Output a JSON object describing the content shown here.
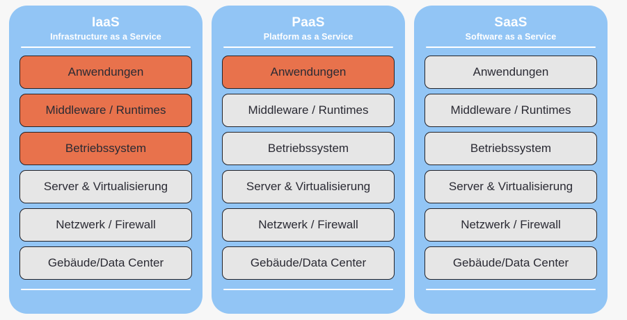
{
  "diagram": {
    "colors": {
      "page_background": "#f7f7f7",
      "card_background": "#92c5f5",
      "customer_managed": "#e8724c",
      "provider_managed": "#e6e6e6",
      "box_border": "#222228",
      "box_text": "#2a2a33",
      "header_text": "#ffffff"
    },
    "cards": [
      {
        "title": "IaaS",
        "subtitle": "Infrastructure as a Service",
        "layers": [
          {
            "label": "Anwendungen",
            "managed_by": "customer"
          },
          {
            "label": "Middleware / Runtimes",
            "managed_by": "customer"
          },
          {
            "label": "Betriebssystem",
            "managed_by": "customer"
          },
          {
            "label": "Server & Virtualisierung",
            "managed_by": "provider"
          },
          {
            "label": "Netzwerk / Firewall",
            "managed_by": "provider"
          },
          {
            "label": "Gebäude/Data Center",
            "managed_by": "provider"
          }
        ]
      },
      {
        "title": "PaaS",
        "subtitle": "Platform as a Service",
        "layers": [
          {
            "label": "Anwendungen",
            "managed_by": "customer"
          },
          {
            "label": "Middleware / Runtimes",
            "managed_by": "provider"
          },
          {
            "label": "Betriebssystem",
            "managed_by": "provider"
          },
          {
            "label": "Server & Virtualisierung",
            "managed_by": "provider"
          },
          {
            "label": "Netzwerk / Firewall",
            "managed_by": "provider"
          },
          {
            "label": "Gebäude/Data Center",
            "managed_by": "provider"
          }
        ]
      },
      {
        "title": "SaaS",
        "subtitle": "Software as a Service",
        "layers": [
          {
            "label": "Anwendungen",
            "managed_by": "provider"
          },
          {
            "label": "Middleware / Runtimes",
            "managed_by": "provider"
          },
          {
            "label": "Betriebssystem",
            "managed_by": "provider"
          },
          {
            "label": "Server & Virtualisierung",
            "managed_by": "provider"
          },
          {
            "label": "Netzwerk / Firewall",
            "managed_by": "provider"
          },
          {
            "label": "Gebäude/Data Center",
            "managed_by": "provider"
          }
        ]
      }
    ]
  }
}
